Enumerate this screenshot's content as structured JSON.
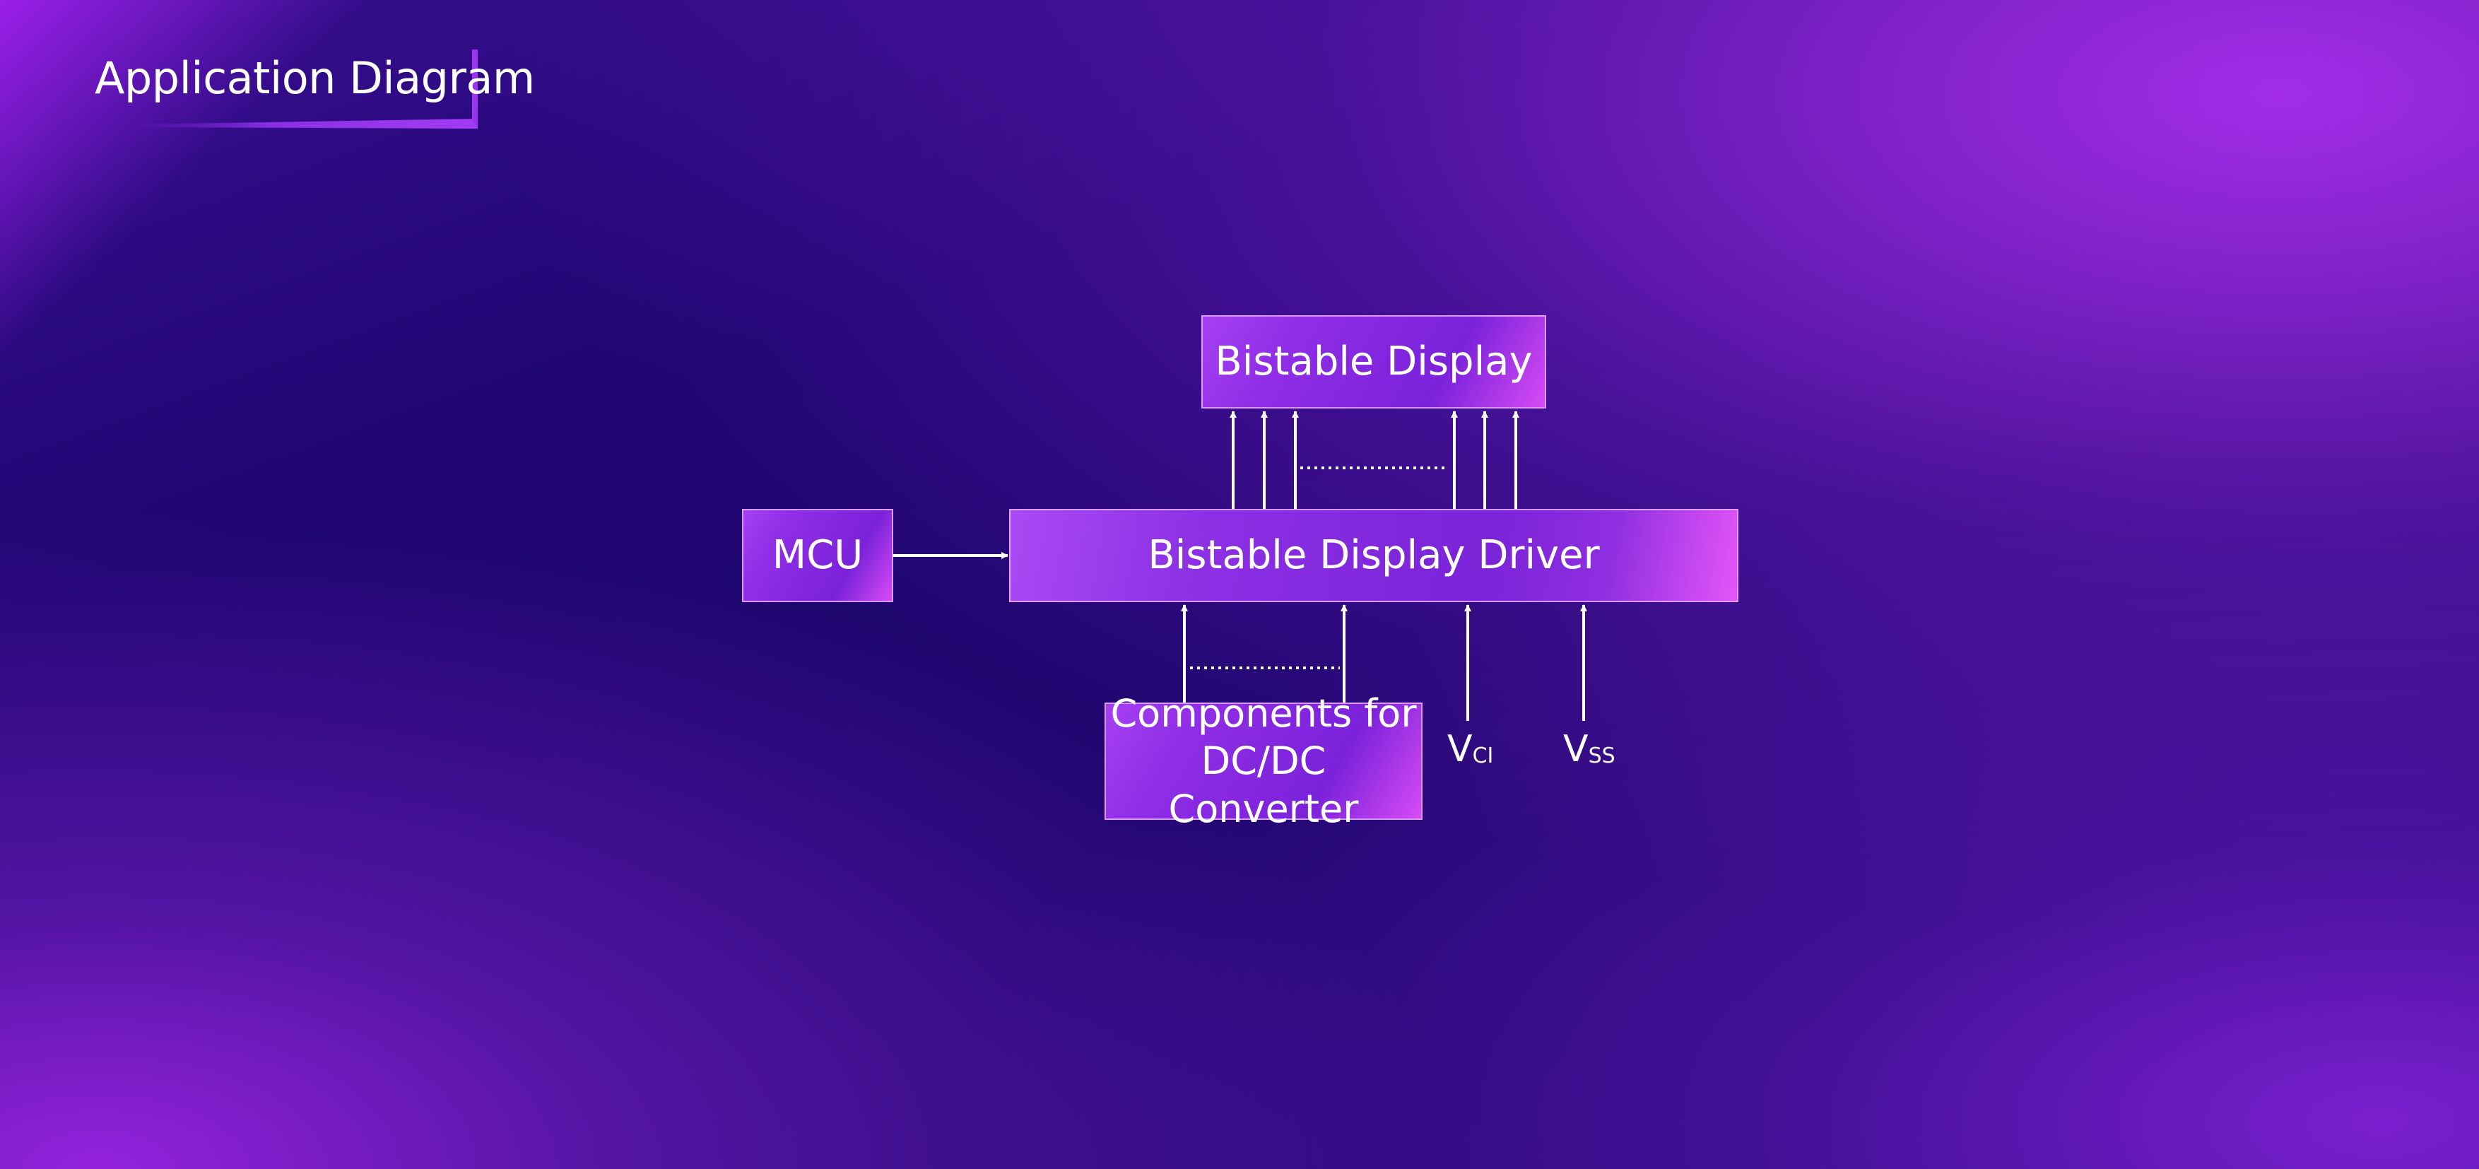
{
  "title": "Application Diagram",
  "nodes": {
    "display": "Bistable Display",
    "driver": "Bistable Display Driver",
    "mcu": "MCU",
    "dcdc_line1": "Components for",
    "dcdc_line2": "DC/DC Converter"
  },
  "labels": {
    "vci_main": "V",
    "vci_sub": "CI",
    "vss_main": "V",
    "vss_sub": "SS"
  },
  "colors": {
    "background_dark": "#1e0570",
    "background_accent": "#a22ce8",
    "box_fill": "#8f2ee6",
    "box_border": "#e6aaff",
    "text": "#ffffff"
  }
}
